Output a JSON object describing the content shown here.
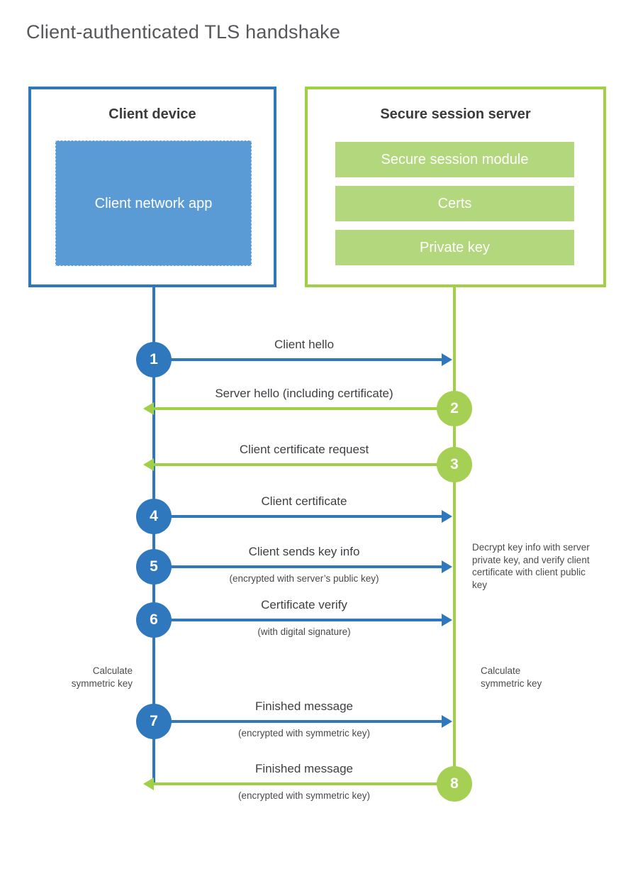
{
  "title": "Client-authenticated TLS handshake",
  "colors": {
    "client_blue": "#2f78bd",
    "client_app_fill": "#5b9bd5",
    "server_green": "#a2d045",
    "server_badge_green": "#a5d053",
    "server_module_fill": "#b2d77c",
    "text_dark": "#3a3b3d",
    "text_gray": "#4b4c4f"
  },
  "client": {
    "title": "Client device",
    "app_label": "Client network app"
  },
  "server": {
    "title": "Secure session server",
    "modules": [
      "Secure session module",
      "Certs",
      "Private key"
    ]
  },
  "steps": [
    {
      "number": "1",
      "label": "Client hello",
      "sublabel": "",
      "from": "client"
    },
    {
      "number": "2",
      "label": "Server hello (including certificate)",
      "sublabel": "",
      "from": "server"
    },
    {
      "number": "3",
      "label": "Client certificate request",
      "sublabel": "",
      "from": "server"
    },
    {
      "number": "4",
      "label": "Client certificate",
      "sublabel": "",
      "from": "client"
    },
    {
      "number": "5",
      "label": "Client sends key info",
      "sublabel": "(encrypted with server’s public key)",
      "from": "client"
    },
    {
      "number": "6",
      "label": "Certificate verify",
      "sublabel": "(with digital signature)",
      "from": "client"
    },
    {
      "number": "7",
      "label": "Finished message",
      "sublabel": "(encrypted with symmetric key)",
      "from": "client"
    },
    {
      "number": "8",
      "label": "Finished message",
      "sublabel": "(encrypted with symmetric key)",
      "from": "server"
    }
  ],
  "notes": {
    "decrypt": "Decrypt key info with server private key, and verify client certificate with client public key",
    "calculate_left": "Calculate symmetric key",
    "calculate_right": "Calculate symmetric key"
  }
}
